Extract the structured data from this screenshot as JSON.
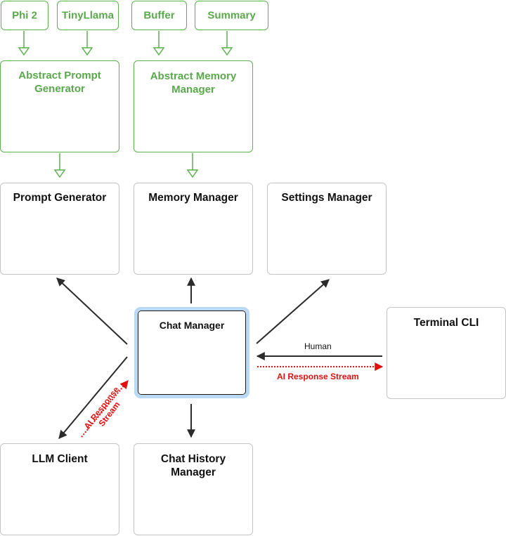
{
  "implementations": {
    "phi2": "Phi 2",
    "tinyllama": "TinyLlama",
    "buffer": "Buffer",
    "summary": "Summary"
  },
  "abstracts": {
    "prompt_generator": [
      "Abstract Prompt",
      "Generator"
    ],
    "memory_manager": [
      "Abstract Memory",
      "Manager"
    ]
  },
  "components": {
    "prompt_generator": "Prompt Generator",
    "memory_manager": "Memory Manager",
    "settings_manager": "Settings Manager",
    "chat_manager": "Chat Manager",
    "terminal_cli": "Terminal CLI",
    "llm_client": "LLM Client",
    "chat_history_manager": [
      "Chat History",
      "Manager"
    ]
  },
  "edge_labels": {
    "human": "Human",
    "ai_stream_cli": "AI Response Stream",
    "ai_stream_llm": [
      "AI Response",
      "Stream"
    ]
  },
  "colors": {
    "green": "#5cb04e",
    "arrow": "#2b2b2b",
    "stream_red": "#e01010",
    "chat_manager_glow": "#b9d9f6"
  }
}
